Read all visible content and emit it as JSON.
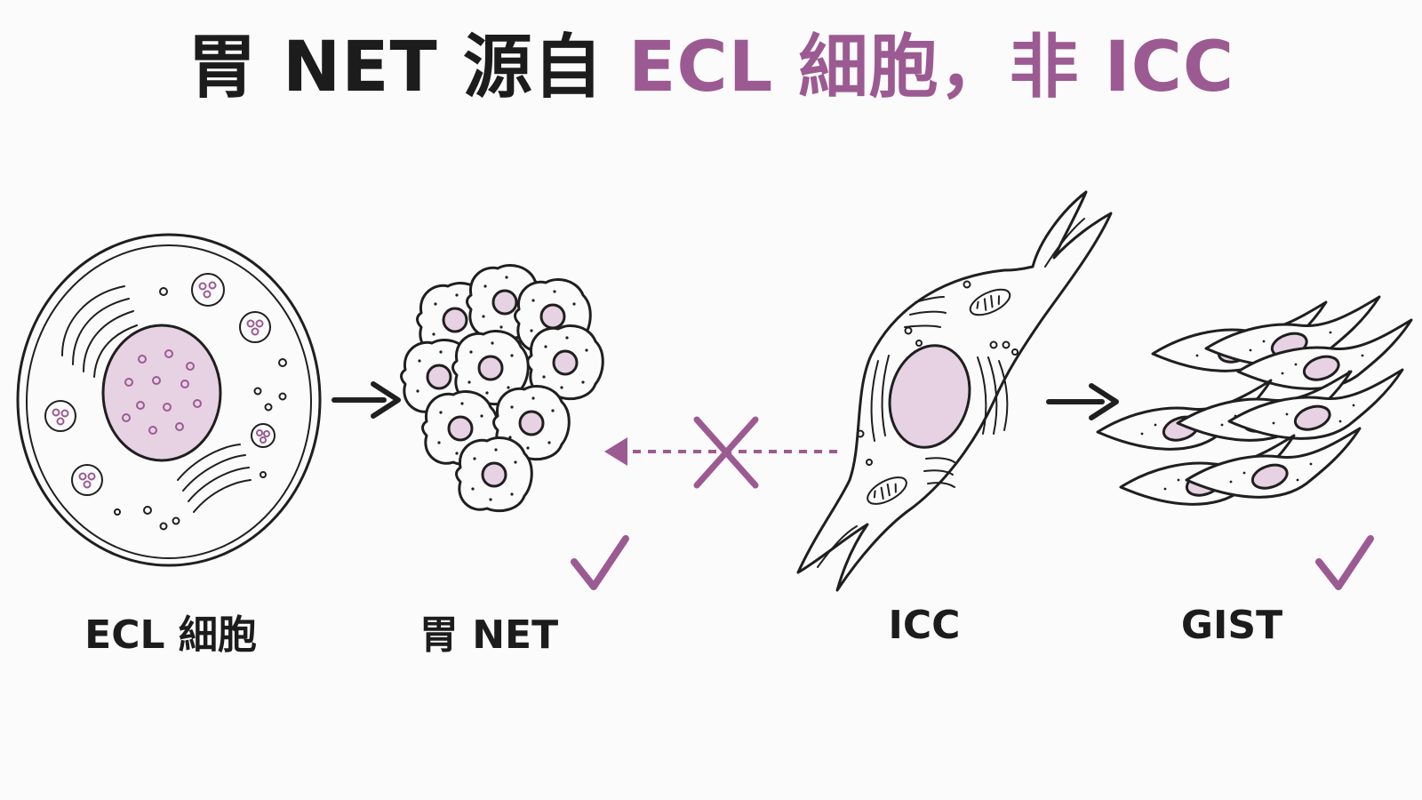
{
  "title": {
    "part1": "胃 NET 源自 ",
    "part2": "ECL 細胞",
    "part3": "，",
    "part4": "非 ICC"
  },
  "labels": {
    "ecl": "ECL 細胞",
    "net": "胃 NET",
    "icc": "ICC",
    "gist": "GIST"
  },
  "colors": {
    "accent": "#9c5a92",
    "text": "#1c1c1c",
    "nucleus": "#e6d2e3",
    "background": "#fbfbfb"
  },
  "icons": {
    "ecl_to_net": "arrow-right-icon",
    "icc_to_net": "dashed-arrow-left-blocked-icon",
    "cross": "cross-icon",
    "icc_to_gist": "arrow-right-icon",
    "net_check": "check-icon",
    "gist_check": "check-icon"
  }
}
